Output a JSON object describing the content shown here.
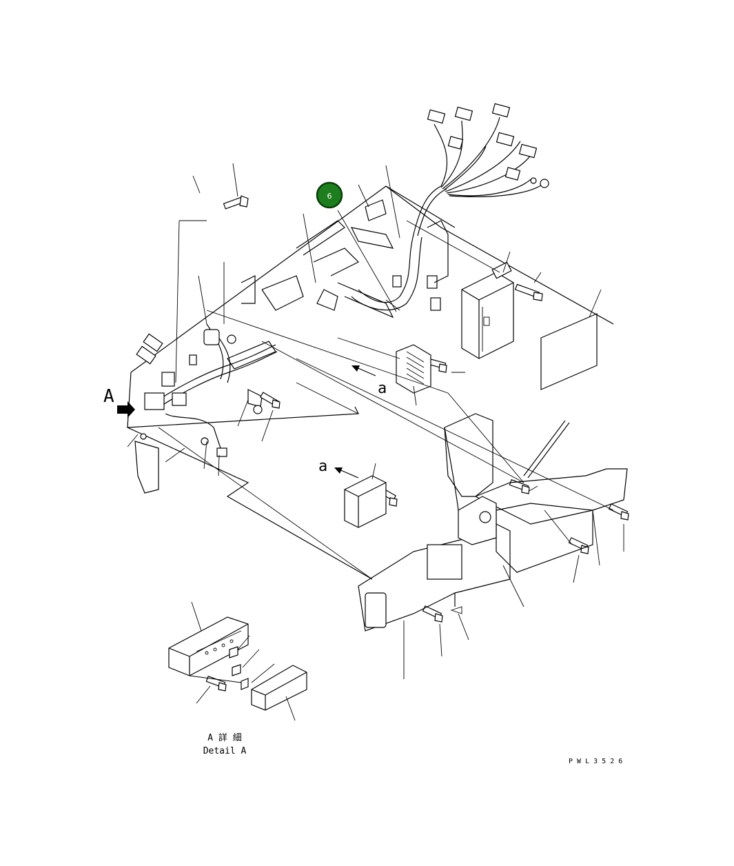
{
  "callouts": [
    {
      "number": "6",
      "color": "#1e7d1e"
    }
  ],
  "labels": {
    "view_marker": "A",
    "arrow_label_a1": "a",
    "arrow_label_a2": "a",
    "detail_jp": "A 詳 細",
    "detail_en": "Detail A",
    "drawing_code": "P W L 3 5 2 6"
  }
}
